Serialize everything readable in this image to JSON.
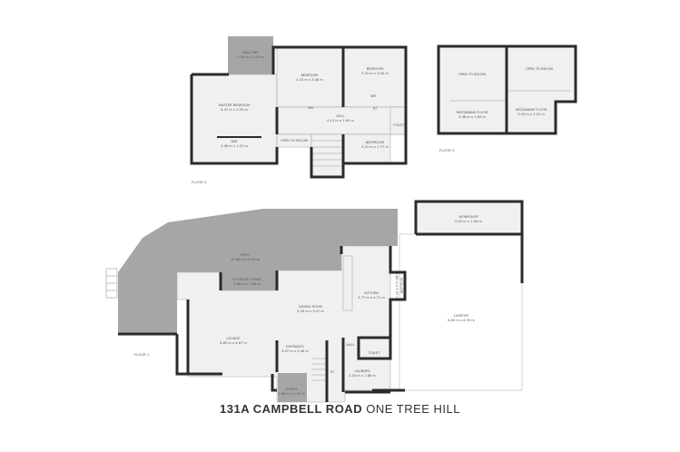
{
  "title": {
    "address": "131A CAMPBELL ROAD",
    "suburb": "ONE TREE HILL"
  },
  "floors": [
    {
      "name": "FLOOR 2",
      "rooms": [
        {
          "name": "BALCONY",
          "size": "2.50 m x 2.18 m"
        },
        {
          "name": "MASTER BEDROOM",
          "size": "4.47 m x 3.29 m"
        },
        {
          "name": "WIR",
          "size": "4.46 m x 1.22 m"
        },
        {
          "name": "BEDROOM",
          "size": "3.33 m x 3.48 m"
        },
        {
          "name": "BEDROOM",
          "size": "3.32 m x 3.00 m"
        },
        {
          "name": "HALL",
          "size": "4.13 m x 1.90 m"
        },
        {
          "name": "BATHROOM",
          "size": "3.01 m x 1.77 m"
        },
        {
          "name": "OPEN TO BELOW"
        },
        {
          "name": "TOILET"
        },
        {
          "name": "WR"
        },
        {
          "name": "WR"
        },
        {
          "name": "ST"
        }
      ]
    },
    {
      "name": "FLOOR 3",
      "rooms": [
        {
          "name": "OPEN TO BELOW"
        },
        {
          "name": "OPEN TO BELOW"
        },
        {
          "name": "MEZZANINE FLOOR",
          "size": "3.48 m x 1.83 m"
        },
        {
          "name": "MEZZANINE FLOOR",
          "size": "3.03 m x 2.15 m"
        }
      ]
    },
    {
      "name": "FLOOR 1",
      "rooms": [
        {
          "name": "PATIO",
          "size": "14.68 m x 6.74 m"
        },
        {
          "name": "OUTDOOR LIVING",
          "size": "3.80 m x 1.56 m"
        },
        {
          "name": "DINING ROOM",
          "size": "3.34 m x 3.47 m"
        },
        {
          "name": "KITCHEN",
          "size": "3.77 m x 4.71 m"
        },
        {
          "name": "SCULLERY",
          "size": "3.80 m x 1.37 m"
        },
        {
          "name": "WORKSHOP",
          "size": "5.02 m x 1.94 m"
        },
        {
          "name": "CARPORT",
          "size": "6.83 m x 8.35 m"
        },
        {
          "name": "LOUNGE",
          "size": "4.85 m x 4.67 m"
        },
        {
          "name": "ENTRANCE",
          "size": "3.07 m x 2.46 m"
        },
        {
          "name": "PORCH",
          "size": "1.66 m x 1.70 m"
        },
        {
          "name": "LAUNDRY",
          "size": "2.34 m x 1.68 m"
        },
        {
          "name": "TOILET"
        },
        {
          "name": "HALL"
        },
        {
          "name": "ST"
        }
      ]
    }
  ],
  "colors": {
    "walls": "#2b2b2b",
    "floor": "#f0f0f0",
    "outdoor": "#a6a6a6"
  }
}
